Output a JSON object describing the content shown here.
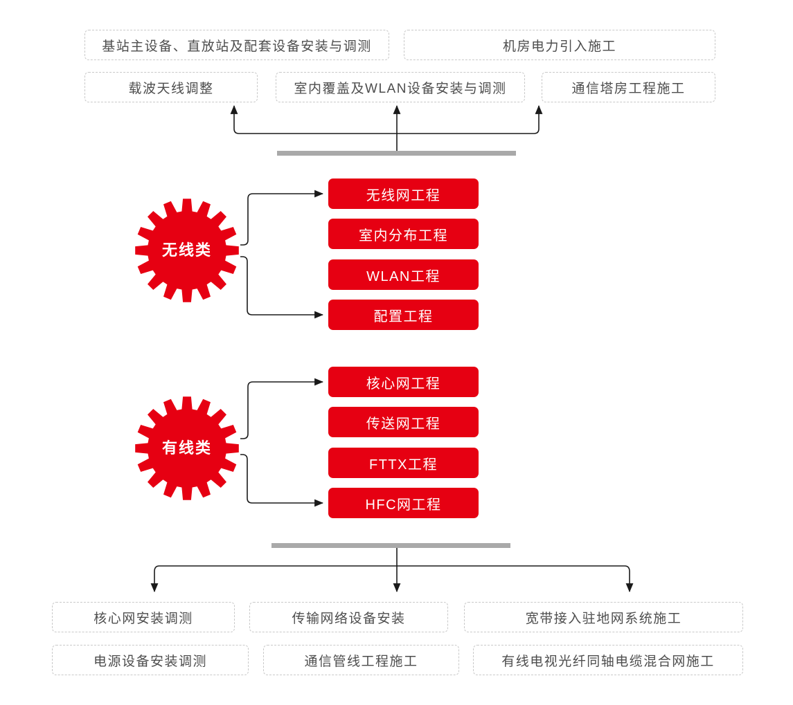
{
  "colors": {
    "red": "#e60012",
    "bar": "#a9a9a9",
    "line": "#1a1a1a",
    "box_border": "#c8c8c8",
    "box_text": "#4d4d4d"
  },
  "top_outputs": {
    "row1": [
      "基站主设备、直放站及配套设备安装与调测",
      "机房电力引入施工"
    ],
    "row2": [
      "载波天线调整",
      "室内覆盖及WLAN设备安装与调测",
      "通信塔房工程施工"
    ]
  },
  "categories": [
    {
      "name": "无线类",
      "projects": [
        "无线网工程",
        "室内分布工程",
        "WLAN工程",
        "配置工程"
      ]
    },
    {
      "name": "有线类",
      "projects": [
        "核心网工程",
        "传送网工程",
        "FTTX工程",
        "HFC网工程"
      ]
    }
  ],
  "bottom_outputs": {
    "row1": [
      "核心网安装调测",
      "传输网络设备安装",
      "宽带接入驻地网系统施工"
    ],
    "row2": [
      "电源设备安装调测",
      "通信管线工程施工",
      "有线电视光纤同轴电缆混合网施工"
    ]
  }
}
